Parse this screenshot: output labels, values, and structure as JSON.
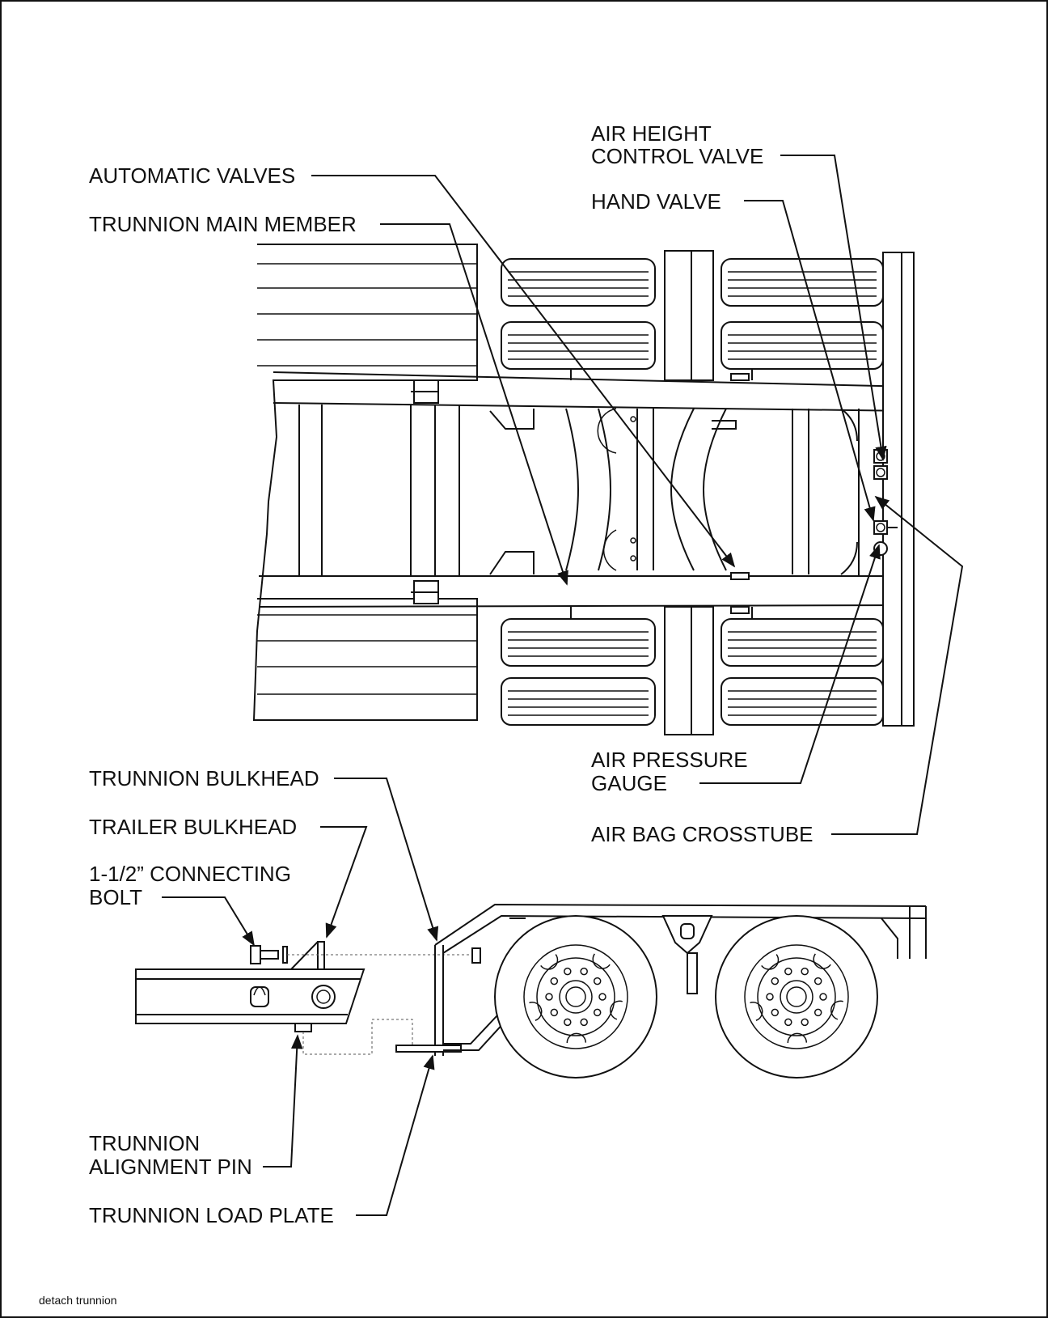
{
  "labels": {
    "air_height_control_valve": [
      "AIR HEIGHT",
      "CONTROL VALVE"
    ],
    "automatic_valves": "AUTOMATIC VALVES",
    "hand_valve": "HAND VALVE",
    "trunnion_main_member": "TRUNNION MAIN MEMBER",
    "air_pressure_gauge": [
      "AIR PRESSURE",
      "GAUGE"
    ],
    "air_bag_crosstube": "AIR BAG CROSSTUBE",
    "trunnion_bulkhead": "TRUNNION BULKHEAD",
    "trailer_bulkhead": "TRAILER BULKHEAD",
    "connecting_bolt": [
      "1-1/2” CONNECTING",
      "BOLT"
    ],
    "trunnion_alignment_pin": [
      "TRUNNION",
      "ALIGNMENT PIN"
    ],
    "trunnion_load_plate": "TRUNNION LOAD PLATE"
  },
  "footer": "detach trunnion"
}
